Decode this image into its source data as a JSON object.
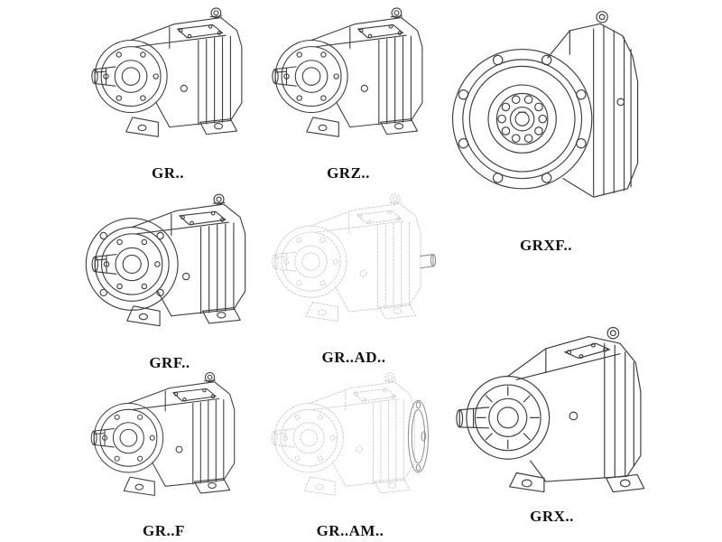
{
  "page": {
    "background": "#ffffff",
    "ink_color": "#3f3f3f",
    "phantom_color": "#c7c7c7"
  },
  "figures": [
    {
      "label": "GR.."
    },
    {
      "label": "GRZ.."
    },
    {
      "label": "GRXF.."
    },
    {
      "label": "GRF.."
    },
    {
      "label": "GR..AD.."
    },
    {
      "label": "GR..F"
    },
    {
      "label": "GR..AM.."
    },
    {
      "label": "GRX.."
    }
  ]
}
